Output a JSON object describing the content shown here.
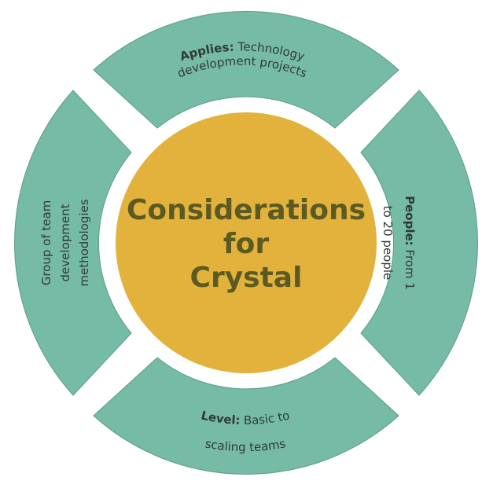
{
  "colors": {
    "segment_fill": "#76bba6",
    "segment_stroke": "#5a9c89",
    "center_fill": "#e2b23d",
    "center_text": "#5c5a23",
    "segment_text": "#2f3a35"
  },
  "center": {
    "line1": "Considerations",
    "line2": "for",
    "line3": "Crystal"
  },
  "segments": {
    "top": {
      "key": "Applies:",
      "line1_rest": " Technology",
      "line2": "development projects"
    },
    "right": {
      "key": "People:",
      "line1_rest": " From 1",
      "line2": "to 20 people"
    },
    "bottom": {
      "key": "Level:",
      "line1_rest": " Basic to",
      "line2": "scaling teams"
    },
    "left": {
      "line1": "Group of team",
      "line2": "development",
      "line3": "methodologies"
    }
  }
}
